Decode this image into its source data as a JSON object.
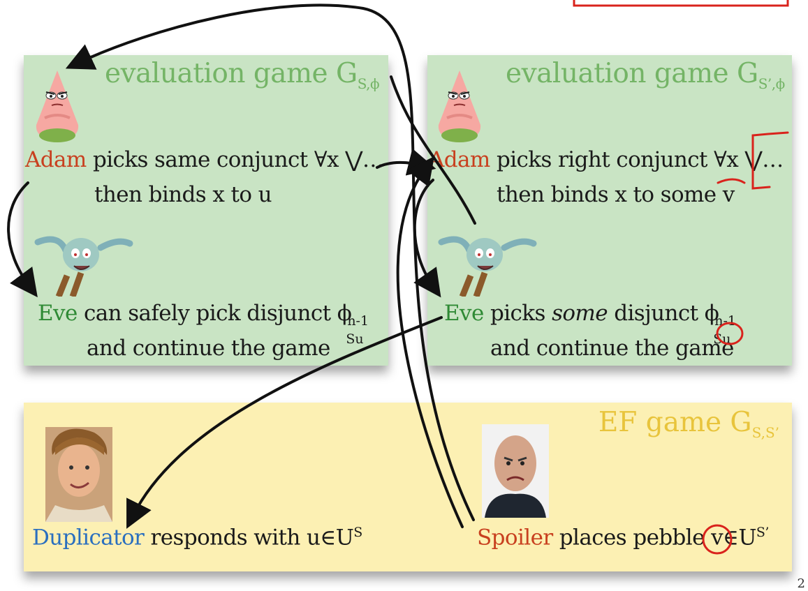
{
  "left_panel": {
    "title_main": "evaluation game G",
    "title_sub": "S,ϕ",
    "adam_name": "Adam",
    "adam_line1": "picks same conjunct ∀x ⋁…",
    "adam_line2": "then binds x to u",
    "eve_name": "Eve",
    "eve_line1": "can safely pick disjunct ϕ",
    "eve_sup": "n-1",
    "eve_sub": "Su",
    "eve_line2": "and continue the game"
  },
  "right_panel": {
    "title_main": "evaluation game G",
    "title_sub": "S’,ϕ",
    "adam_name": "Adam",
    "adam_line1": "picks right conjunct ∀x ⋁…",
    "adam_line2": "then binds x to some v",
    "eve_name": "Eve",
    "eve_pre": "picks",
    "eve_em": "some",
    "eve_post": "disjunct ϕ",
    "eve_sup": "n-1",
    "eve_sub": "Su",
    "eve_line2": "and continue the game"
  },
  "bottom_panel": {
    "title_main": "EF game G",
    "title_sub": "S,S’",
    "duplicator_name": "Duplicator",
    "duplicator_text": "responds with u∈U",
    "duplicator_sup": "S",
    "spoiler_name": "Spoiler",
    "spoiler_text": "places pebble v∈U",
    "spoiler_sup": "S’"
  },
  "page_number": "2",
  "colors": {
    "green_panel": "#c9e4c4",
    "yellow_panel": "#fcf0b3",
    "adam_red": "#c8401f",
    "eve_green": "#2f8a35",
    "duplicator_blue": "#2a6fbf",
    "annotation_red": "#d9231c"
  }
}
